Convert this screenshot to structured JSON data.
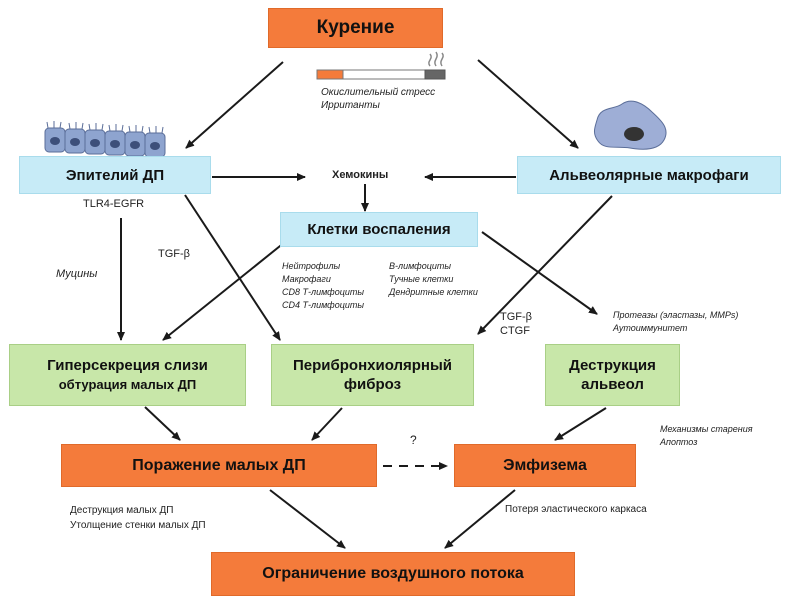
{
  "nodes": {
    "smoking": "Курение",
    "epithelium": "Эпителий ДП",
    "macrophages": "Альвеолярные макрофаги",
    "inflammation": "Клетки воспаления",
    "hypersecretion_line1": "Гиперсекреция слизи",
    "hypersecretion_line2": "обтурация малых ДП",
    "fibrosis_line1": "Перибронхиолярный",
    "fibrosis_line2": "фиброз",
    "alveoli_line1": "Деструкция",
    "alveoli_line2": "альвеол",
    "small_airways": "Поражение малых ДП",
    "emphysema": "Эмфизема",
    "airflow": "Ограничение воздушного потока"
  },
  "labels": {
    "smoke_effects": [
      "Окислительный стресс",
      "Ирританты"
    ],
    "chemokines": "Хемокины",
    "tlr4": "TLR4-EGFR",
    "mucins": "Муцины",
    "tgf_left": "TGF-β",
    "cells_col1": [
      "Нейтрофилы",
      "Макрофаги",
      "CD8 Т-лимфоциты",
      "CD4 Т-лимфоциты"
    ],
    "cells_col2": [
      "В-лимфоциты",
      "Тучные клетки",
      "Дендритные клетки"
    ],
    "tgf_ctgf": [
      "TGF-β",
      "CTGF"
    ],
    "proteases": [
      "Протеазы (эластазы, MMPs)",
      "Аутоиммунитет"
    ],
    "aging": [
      "Механизмы старения",
      "Апоптоз"
    ],
    "question": "?",
    "small_airway_effects": [
      "Деструкция малых ДП",
      "Утолщение стенки малых ДП"
    ],
    "elastic_loss": "Потеря эластического каркаса"
  },
  "colors": {
    "orange": "#f47b3b",
    "blue": "#c7ebf7",
    "green": "#c8e7a9",
    "arrow": "#1a1a1a"
  },
  "icons": [
    "cigarette-icon",
    "epithelial-cells-icon",
    "macrophage-cell-icon"
  ]
}
